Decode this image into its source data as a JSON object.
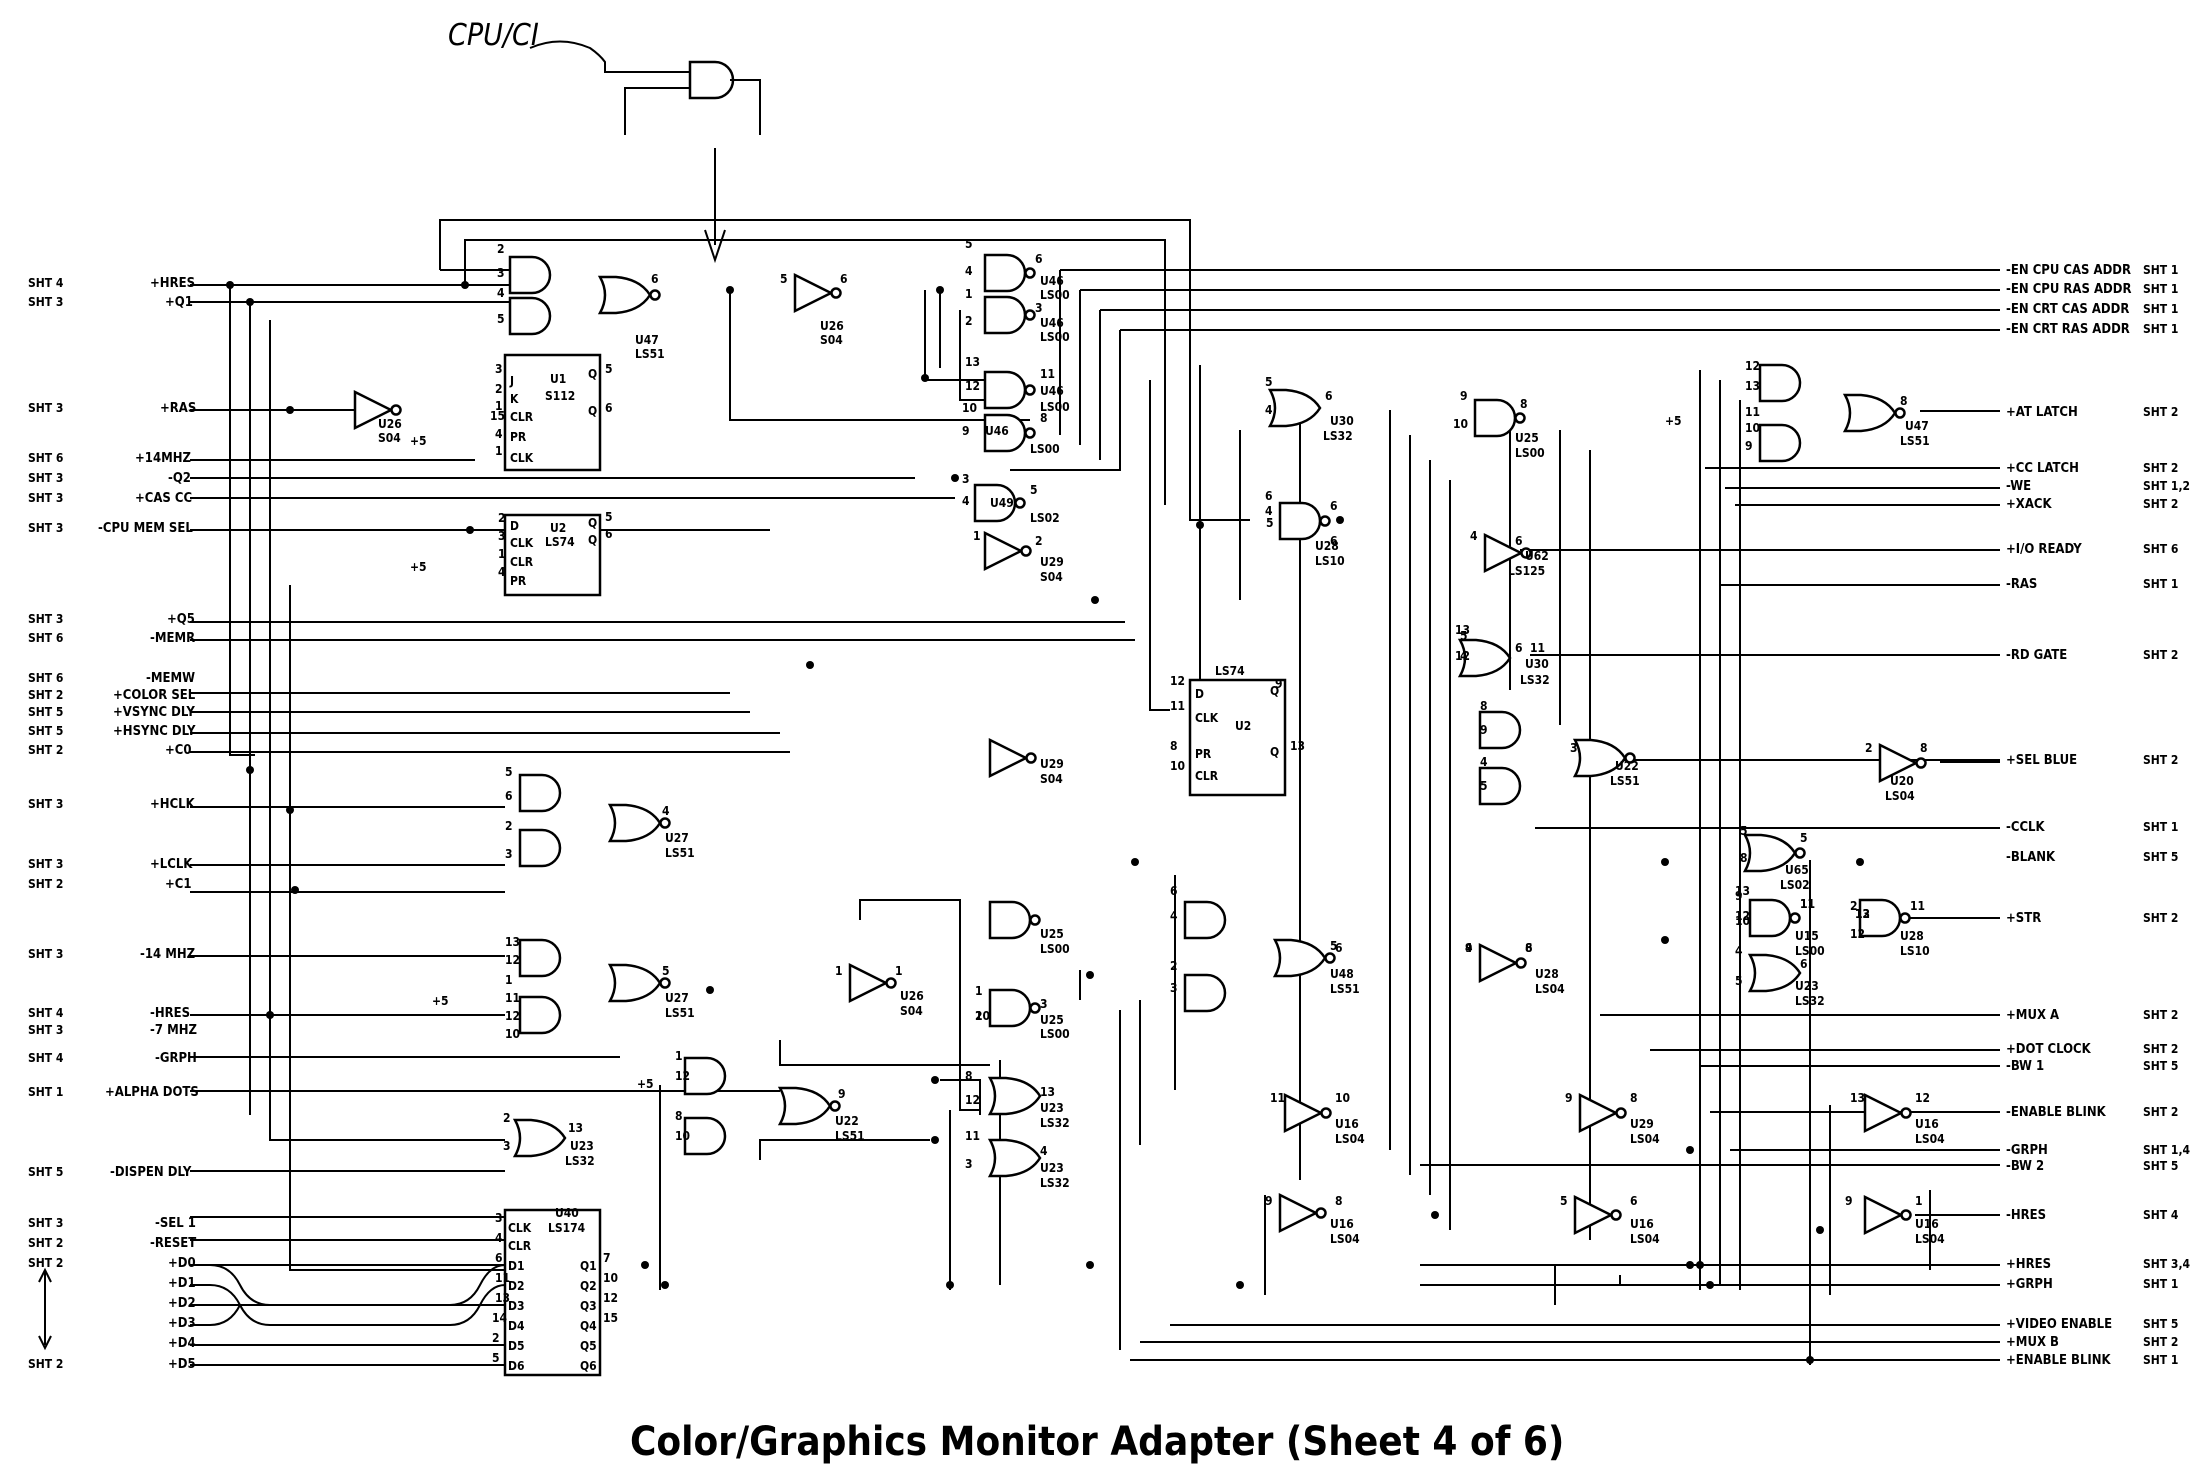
{
  "title": "Color/Graphics Monitor Adapter (Sheet 4 of 6)",
  "annotation": "CPU/CI",
  "left_signals": [
    {
      "sheet": "SHT 4",
      "name": "+HRES"
    },
    {
      "sheet": "SHT 3",
      "name": "+Q1"
    },
    {
      "sheet": "SHT 3",
      "name": "+RAS"
    },
    {
      "sheet": "SHT 6",
      "name": "+14MHZ"
    },
    {
      "sheet": "SHT 3",
      "name": "-Q2"
    },
    {
      "sheet": "SHT 3",
      "name": "+CAS CC"
    },
    {
      "sheet": "SHT 3",
      "name": "-CPU MEM SEL"
    },
    {
      "sheet": "SHT 3",
      "name": "+Q5"
    },
    {
      "sheet": "SHT 6",
      "name": "-MEMR"
    },
    {
      "sheet": "SHT 6",
      "name": "-MEMW"
    },
    {
      "sheet": "SHT 2",
      "name": "+COLOR SEL"
    },
    {
      "sheet": "SHT 5",
      "name": "+VSYNC DLY"
    },
    {
      "sheet": "SHT 5",
      "name": "+HSYNC DLY"
    },
    {
      "sheet": "SHT 2",
      "name": "+C0"
    },
    {
      "sheet": "SHT 3",
      "name": "+HCLK"
    },
    {
      "sheet": "SHT 3",
      "name": "+LCLK"
    },
    {
      "sheet": "SHT 2",
      "name": "+C1"
    },
    {
      "sheet": "SHT 3",
      "name": "-14 MHZ"
    },
    {
      "sheet": "SHT 4",
      "name": "-HRES"
    },
    {
      "sheet": "SHT 3",
      "name": "-7 MHZ"
    },
    {
      "sheet": "SHT 4",
      "name": "-GRPH"
    },
    {
      "sheet": "SHT 1",
      "name": "+ALPHA DOTS"
    },
    {
      "sheet": "SHT 5",
      "name": "-DISPEN DLY"
    },
    {
      "sheet": "SHT 3",
      "name": "-SEL 1"
    },
    {
      "sheet": "SHT 2",
      "name": "-RESET"
    },
    {
      "sheet": "SHT 2",
      "name": "+D0"
    },
    {
      "sheet": "",
      "name": "+D1"
    },
    {
      "sheet": "",
      "name": "+D2"
    },
    {
      "sheet": "",
      "name": "+D3"
    },
    {
      "sheet": "",
      "name": "+D4"
    },
    {
      "sheet": "SHT 2",
      "name": "+D5"
    }
  ],
  "right_signals": [
    {
      "name": "-EN CPU CAS ADDR",
      "sheet": "SHT 1"
    },
    {
      "name": "-EN CPU RAS ADDR",
      "sheet": "SHT 1"
    },
    {
      "name": "-EN CRT CAS ADDR",
      "sheet": "SHT 1"
    },
    {
      "name": "-EN CRT RAS ADDR",
      "sheet": "SHT 1"
    },
    {
      "name": "+AT LATCH",
      "sheet": "SHT 2"
    },
    {
      "name": "+CC LATCH",
      "sheet": "SHT 2"
    },
    {
      "name": "-WE",
      "sheet": "SHT 1,2"
    },
    {
      "name": "+XACK",
      "sheet": "SHT 2"
    },
    {
      "name": "+I/O READY",
      "sheet": "SHT 6"
    },
    {
      "name": "-RAS",
      "sheet": "SHT 1"
    },
    {
      "name": "-RD GATE",
      "sheet": "SHT 2"
    },
    {
      "name": "+SEL BLUE",
      "sheet": "SHT 2"
    },
    {
      "name": "-CCLK",
      "sheet": "SHT 1"
    },
    {
      "name": "-BLANK",
      "sheet": "SHT 5"
    },
    {
      "name": "+STR",
      "sheet": "SHT 2"
    },
    {
      "name": "+MUX A",
      "sheet": "SHT 2"
    },
    {
      "name": "+DOT CLOCK",
      "sheet": "SHT 2"
    },
    {
      "name": "-BW 1",
      "sheet": "SHT 5"
    },
    {
      "name": "-ENABLE BLINK",
      "sheet": "SHT 2"
    },
    {
      "name": "-GRPH",
      "sheet": "SHT 1,4"
    },
    {
      "name": "-BW 2",
      "sheet": "SHT 5"
    },
    {
      "name": "-HRES",
      "sheet": "SHT 4"
    },
    {
      "name": "+HRES",
      "sheet": "SHT 3,4"
    },
    {
      "name": "+GRPH",
      "sheet": "SHT 1"
    },
    {
      "name": "+VIDEO ENABLE",
      "sheet": "SHT 5"
    },
    {
      "name": "+MUX B",
      "sheet": "SHT 2"
    },
    {
      "name": "+ENABLE BLINK",
      "sheet": "SHT 1"
    }
  ],
  "components": [
    {
      "ref": "U47",
      "type": "LS51"
    },
    {
      "ref": "U26",
      "type": "S04"
    },
    {
      "ref": "U46",
      "type": "LS00"
    },
    {
      "ref": "U46",
      "type": "LS00"
    },
    {
      "ref": "U46",
      "type": "LS00"
    },
    {
      "ref": "U46",
      "type": "LS00"
    },
    {
      "ref": "U1",
      "type": "S112"
    },
    {
      "ref": "U26",
      "type": "S04"
    },
    {
      "ref": "U30",
      "type": "LS32"
    },
    {
      "ref": "U25",
      "type": "LS00"
    },
    {
      "ref": "U47",
      "type": "LS51"
    },
    {
      "ref": "U49",
      "type": "LS02"
    },
    {
      "ref": "U2",
      "type": "LS74"
    },
    {
      "ref": "U29",
      "type": "S04"
    },
    {
      "ref": "U28",
      "type": "LS10"
    },
    {
      "ref": "U62",
      "type": "LS125"
    },
    {
      "ref": "U30",
      "type": "LS32"
    },
    {
      "ref": "U2",
      "type": "LS74"
    },
    {
      "ref": "U29",
      "type": "S04"
    },
    {
      "ref": "U22",
      "type": "LS51"
    },
    {
      "ref": "U20",
      "type": "LS04"
    },
    {
      "ref": "U27",
      "type": "LS51"
    },
    {
      "ref": "U65",
      "type": "LS02"
    },
    {
      "ref": "U25",
      "type": "LS00"
    },
    {
      "ref": "U26",
      "type": "S04"
    },
    {
      "ref": "U25",
      "type": "LS00"
    },
    {
      "ref": "U48",
      "type": "LS51"
    },
    {
      "ref": "U28",
      "type": "LS04"
    },
    {
      "ref": "U15",
      "type": "LS00"
    },
    {
      "ref": "U28",
      "type": "LS10"
    },
    {
      "ref": "U23",
      "type": "LS32"
    },
    {
      "ref": "U27",
      "type": "LS51"
    },
    {
      "ref": "U22",
      "type": "LS51"
    },
    {
      "ref": "U23",
      "type": "LS32"
    },
    {
      "ref": "U16",
      "type": "LS04"
    },
    {
      "ref": "U29",
      "type": "LS04"
    },
    {
      "ref": "U16",
      "type": "LS04"
    },
    {
      "ref": "U23",
      "type": "LS32"
    },
    {
      "ref": "U23",
      "type": "LS32"
    },
    {
      "ref": "U16",
      "type": "LS04"
    },
    {
      "ref": "U16",
      "type": "LS04"
    },
    {
      "ref": "U16",
      "type": "LS04"
    },
    {
      "ref": "U40",
      "type": "LS174"
    }
  ],
  "pin_labels": {
    "jk": [
      "J",
      "K",
      "CLR",
      "PR",
      "CLK",
      "Q",
      "Q"
    ],
    "d": [
      "D",
      "CLK",
      "CLR",
      "PR",
      "Q",
      "Q"
    ],
    "hex": [
      "CLK",
      "CLR",
      "D1",
      "D2",
      "D3",
      "D4",
      "D5",
      "D6",
      "Q1",
      "Q2",
      "Q3",
      "Q4",
      "Q5",
      "Q6"
    ],
    "pullup": "+5"
  },
  "pin_numbers": [
    "2",
    "3",
    "4",
    "5",
    "6",
    "5",
    "6",
    "5",
    "4",
    "6",
    "1",
    "2",
    "3",
    "3",
    "2",
    "1",
    "15",
    "4",
    "1",
    "5",
    "6",
    "2",
    "3",
    "1",
    "4",
    "5",
    "6",
    "13",
    "12",
    "11",
    "10",
    "9",
    "8",
    "5",
    "4",
    "6",
    "9",
    "10",
    "8",
    "12",
    "13",
    "11",
    "10",
    "9",
    "8",
    "3",
    "4",
    "5",
    "6",
    "4",
    "6",
    "4",
    "1",
    "2",
    "6",
    "5",
    "6",
    "5",
    "4",
    "6",
    "13",
    "12",
    "11",
    "12",
    "11",
    "8",
    "9",
    "10",
    "13",
    "8",
    "9",
    "4",
    "5",
    "3",
    "2",
    "8",
    "5",
    "6",
    "2",
    "3",
    "4",
    "5",
    "8",
    "5",
    "6",
    "4",
    "2",
    "3",
    "5",
    "4",
    "6",
    "9",
    "10",
    "11",
    "13",
    "12",
    "11",
    "10",
    "1",
    "2",
    "3",
    "6",
    "9",
    "8",
    "13",
    "12",
    "11",
    "12",
    "4",
    "5",
    "6",
    "2",
    "13",
    "12",
    "1",
    "11",
    "12",
    "10",
    "5",
    "1",
    "1",
    "2",
    "3",
    "13",
    "1",
    "12",
    "8",
    "10",
    "9",
    "8",
    "12",
    "13",
    "11",
    "3",
    "4",
    "11",
    "10",
    "9",
    "8",
    "9",
    "8",
    "5",
    "6",
    "13",
    "12",
    "9",
    "1",
    "3",
    "4",
    "6",
    "11",
    "13",
    "14",
    "2",
    "5",
    "7",
    "10",
    "12",
    "15"
  ]
}
